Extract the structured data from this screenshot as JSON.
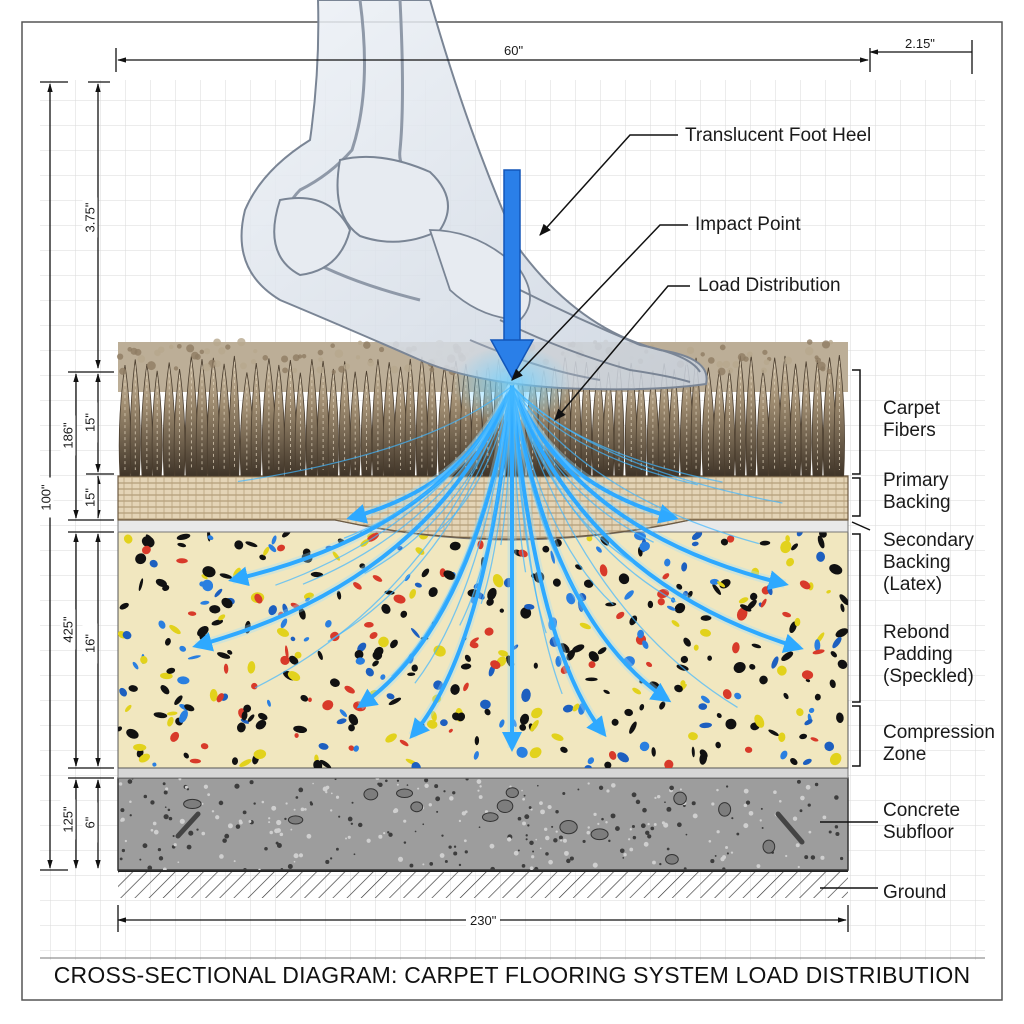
{
  "title": "CROSS-SECTIONAL DIAGRAM: CARPET FLOORING SYSTEM LOAD DISTRIBUTION",
  "callouts": {
    "foot_heel": "Translucent Foot Heel",
    "impact_point": "Impact Point",
    "load_distribution": "Load Distribution"
  },
  "layers": {
    "carpet_fibers": [
      "Carpet",
      "Fibers"
    ],
    "primary_backing": [
      "Primary",
      "Backing"
    ],
    "secondary_backing": [
      "Secondary",
      "Backing",
      "(Latex)"
    ],
    "rebond_padding": [
      "Rebond",
      "Padding",
      "(Speckled)"
    ],
    "compression_zone": [
      "Compression",
      "Zone"
    ],
    "concrete_subfloor": [
      "Concrete",
      "Subfloor"
    ],
    "ground": "Ground"
  },
  "dimensions": {
    "top_width": "60\"",
    "top_right": "2.15\"",
    "bottom_width": "230\"",
    "total_height": "100\"",
    "foot_height": "3.75\"",
    "carpet_group": "186\"",
    "carpet_fibers": "15\"",
    "primary_backing": "15\"",
    "padding_group": "425\"",
    "padding": "16\"",
    "subfloor_group": "125\"",
    "subfloor": "6\""
  },
  "colors": {
    "arrow_blue": "#29a8ff",
    "arrow_core": "#1e6fe0",
    "padding_base": "#f1e7bf",
    "concrete": "#9a9a9a",
    "fiber_brown": "#6b5a43",
    "grid": "#d9d9d9"
  }
}
